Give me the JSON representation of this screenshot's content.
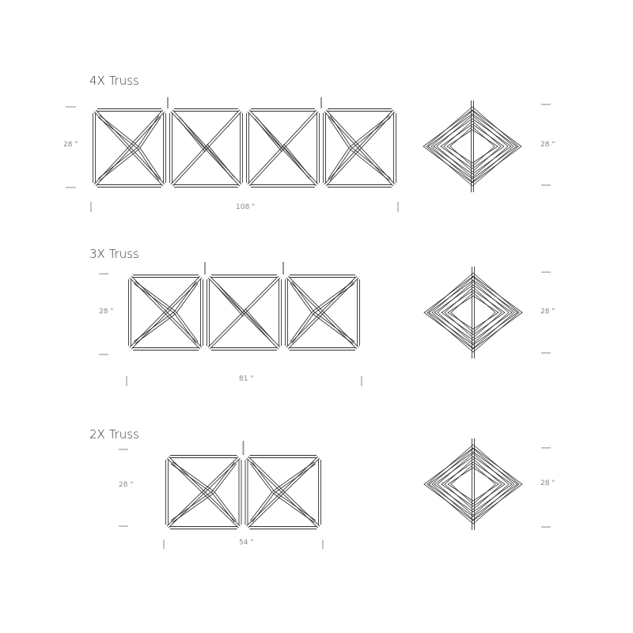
{
  "stroke_color": "#333333",
  "dim_color": "#888888",
  "variants": [
    {
      "title": "4X Truss",
      "modules": 4,
      "height_label": "28 \"",
      "length_label": "108 \"",
      "side_height_label": "28 \""
    },
    {
      "title": "3X Truss",
      "modules": 3,
      "height_label": "28 \"",
      "length_label": "81 \"",
      "side_height_label": "28 \""
    },
    {
      "title": "2X Truss",
      "modules": 2,
      "height_label": "28 \"",
      "length_label": "54 \"",
      "side_height_label": "28 \""
    }
  ]
}
